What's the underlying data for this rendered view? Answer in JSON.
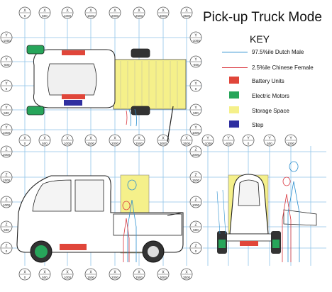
{
  "title": "Pick-up Truck Mode",
  "key": {
    "heading": "KEY",
    "items": [
      {
        "label": "97.5%ile Dutch Male",
        "kind": "line",
        "color": "#2b8fcf"
      },
      {
        "label": "2.5%ile Chinese Female",
        "kind": "line",
        "color": "#d9363e"
      },
      {
        "label": "Battery Units",
        "kind": "swatch",
        "color": "#e0463a"
      },
      {
        "label": "Electric Motors",
        "kind": "swatch",
        "color": "#27a55a"
      },
      {
        "label": "Storage Space",
        "kind": "swatch",
        "color": "#f5f08a"
      },
      {
        "label": "Step",
        "kind": "swatch",
        "color": "#2f2fa0"
      }
    ]
  },
  "axes": {
    "x_label": "X",
    "y_label": "Y",
    "z_label": "Z",
    "top_x_ticks": [
      "0",
      "500",
      "1000",
      "1500",
      "2000",
      "2500",
      "3000",
      "3500"
    ],
    "plan_y_ticks": [
      "-1000",
      "-500",
      "0",
      "500",
      "1000"
    ],
    "mid_x_ticks": [
      "0",
      "500",
      "1000",
      "1500",
      "2000",
      "2500",
      "3000",
      "3500"
    ],
    "front_y_ticks": [
      "-1000",
      "-500",
      "0",
      "500",
      "1000"
    ],
    "side_z_ticks": [
      "2000",
      "1500",
      "1000",
      "500",
      "0"
    ],
    "bottom_x_ticks": [
      "0",
      "500",
      "1000",
      "1500",
      "2000",
      "2500",
      "3000",
      "3500"
    ]
  },
  "colors": {
    "grid": "#8fc3e8",
    "storage": "#f5f08a",
    "battery": "#e0463a",
    "motor": "#27a55a",
    "step": "#2f2fa0",
    "male": "#2b8fcf",
    "female": "#d9363e",
    "vehicle_fill": "#ffffff",
    "vehicle_line": "#222222"
  }
}
